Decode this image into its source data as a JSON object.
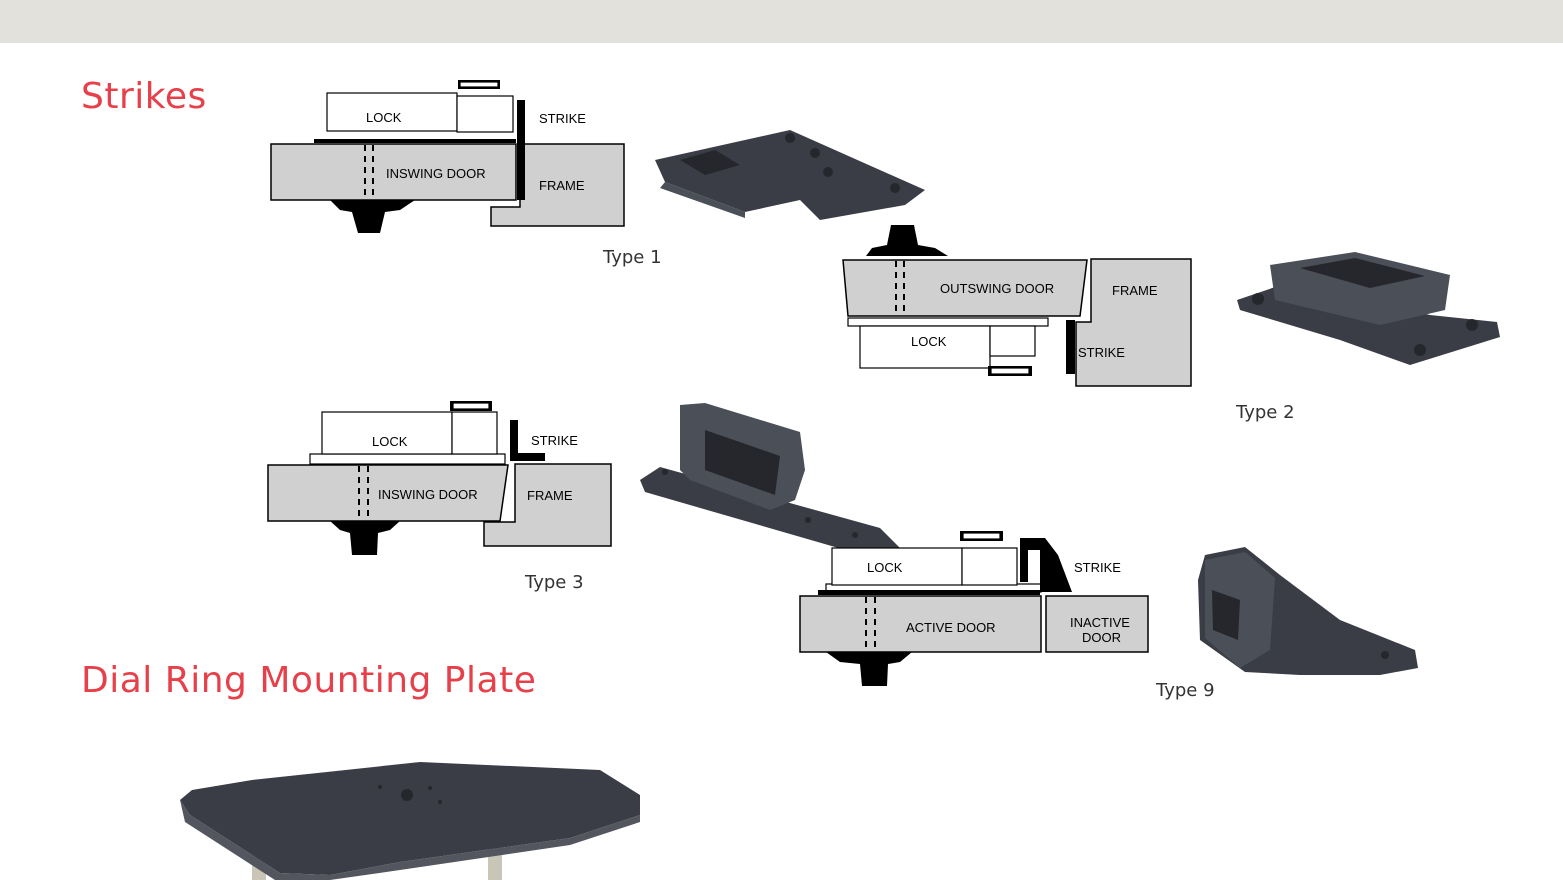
{
  "headings": {
    "strikes": "Strikes",
    "dial_ring": "Dial Ring Mounting Plate"
  },
  "captions": {
    "type1": "Type 1",
    "type2": "Type 2",
    "type3": "Type 3",
    "type9": "Type 9"
  },
  "diagram_labels": {
    "d1": {
      "lock": "LOCK",
      "strike": "STRIKE",
      "door": "INSWING DOOR",
      "frame": "FRAME"
    },
    "d2": {
      "lock": "LOCK",
      "strike": "STRIKE",
      "door": "OUTSWING DOOR",
      "frame": "FRAME"
    },
    "d3": {
      "lock": "LOCK",
      "strike": "STRIKE",
      "door": "INSWING DOOR",
      "frame": "FRAME"
    },
    "d9": {
      "lock": "LOCK",
      "strike": "STRIKE",
      "door": "ACTIVE DOOR",
      "inactive_line1": "INACTIVE",
      "inactive_line2": "DOOR"
    }
  },
  "colors": {
    "accent": "#e6404a",
    "topbar": "#e2e1dc",
    "door_fill": "#d0d0d0"
  }
}
